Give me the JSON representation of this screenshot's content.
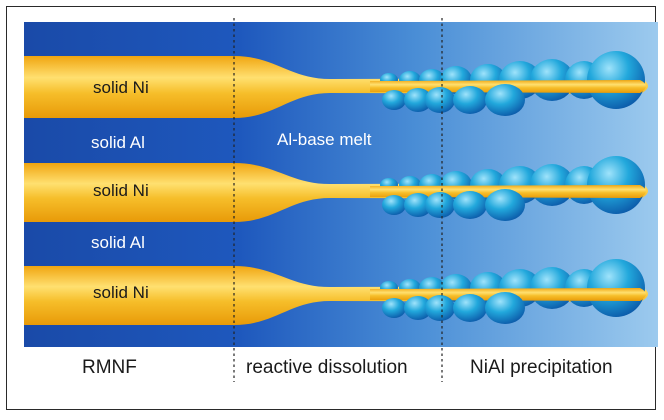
{
  "diagram": {
    "layer_labels": [
      {
        "text": "solid Ni",
        "material": "Ni"
      },
      {
        "text": "solid Al",
        "material": "Al"
      },
      {
        "text": "solid Ni",
        "material": "Ni"
      },
      {
        "text": "solid Al",
        "material": "Al"
      },
      {
        "text": "solid Ni",
        "material": "Ni"
      }
    ],
    "melt_label": "Al-base melt",
    "region_labels": [
      "RMNF",
      "reactive dissolution",
      "NiAl precipitation"
    ],
    "colors": {
      "solid_al_blue": "#1a4fb0",
      "melt_light_blue": "#8fc3ea",
      "nickel_gold": "#f2b41c",
      "precipitate_blue": "#1ba3d6",
      "divider": "#222222"
    }
  }
}
